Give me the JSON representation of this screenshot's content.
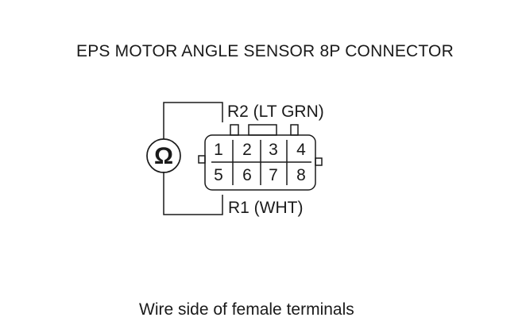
{
  "title": "EPS MOTOR ANGLE SENSOR 8P CONNECTOR",
  "caption": "Wire side of female terminals",
  "meter_symbol": "Ω",
  "meter_icon": "ohmmeter-icon",
  "probe_top_label": "R2 (LT GRN)",
  "probe_bottom_label": "R1 (WHT)",
  "connector": {
    "top_row": [
      "1",
      "2",
      "3",
      "4"
    ],
    "bottom_row": [
      "5",
      "6",
      "7",
      "8"
    ]
  }
}
